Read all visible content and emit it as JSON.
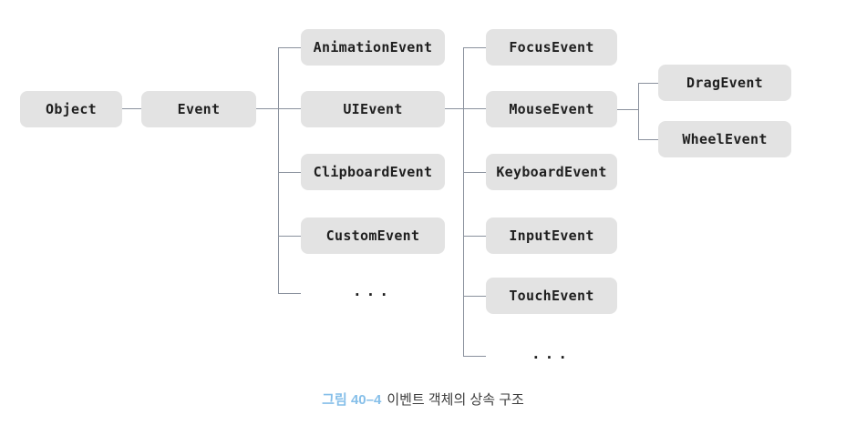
{
  "diagram": {
    "title_semantic": "event-object-inheritance-hierarchy",
    "nodes": {
      "object": "Object",
      "event": "Event",
      "animation_event": "AnimationEvent",
      "ui_event": "UIEvent",
      "clipboard_event": "ClipboardEvent",
      "custom_event": "CustomEvent",
      "event_children_ellipsis": "...",
      "focus_event": "FocusEvent",
      "mouse_event": "MouseEvent",
      "keyboard_event": "KeyboardEvent",
      "input_event": "InputEvent",
      "touch_event": "TouchEvent",
      "ui_children_ellipsis": "...",
      "drag_event": "DragEvent",
      "wheel_event": "WheelEvent"
    },
    "edges": [
      [
        "Object",
        "Event"
      ],
      [
        "Event",
        "AnimationEvent"
      ],
      [
        "Event",
        "UIEvent"
      ],
      [
        "Event",
        "ClipboardEvent"
      ],
      [
        "Event",
        "CustomEvent"
      ],
      [
        "Event",
        "..."
      ],
      [
        "UIEvent",
        "FocusEvent"
      ],
      [
        "UIEvent",
        "MouseEvent"
      ],
      [
        "UIEvent",
        "KeyboardEvent"
      ],
      [
        "UIEvent",
        "InputEvent"
      ],
      [
        "UIEvent",
        "TouchEvent"
      ],
      [
        "UIEvent",
        "..."
      ],
      [
        "MouseEvent",
        "DragEvent"
      ],
      [
        "MouseEvent",
        "WheelEvent"
      ]
    ],
    "colors": {
      "box_fill": "#e3e3e3",
      "box_text": "#1f1f1f",
      "line": "#8a919d",
      "caption_accent": "#86bfe9",
      "caption_text": "#3d3d3d"
    }
  },
  "caption": {
    "figure_label": "그림 40–4",
    "text": "이벤트 객체의 상속 구조"
  }
}
